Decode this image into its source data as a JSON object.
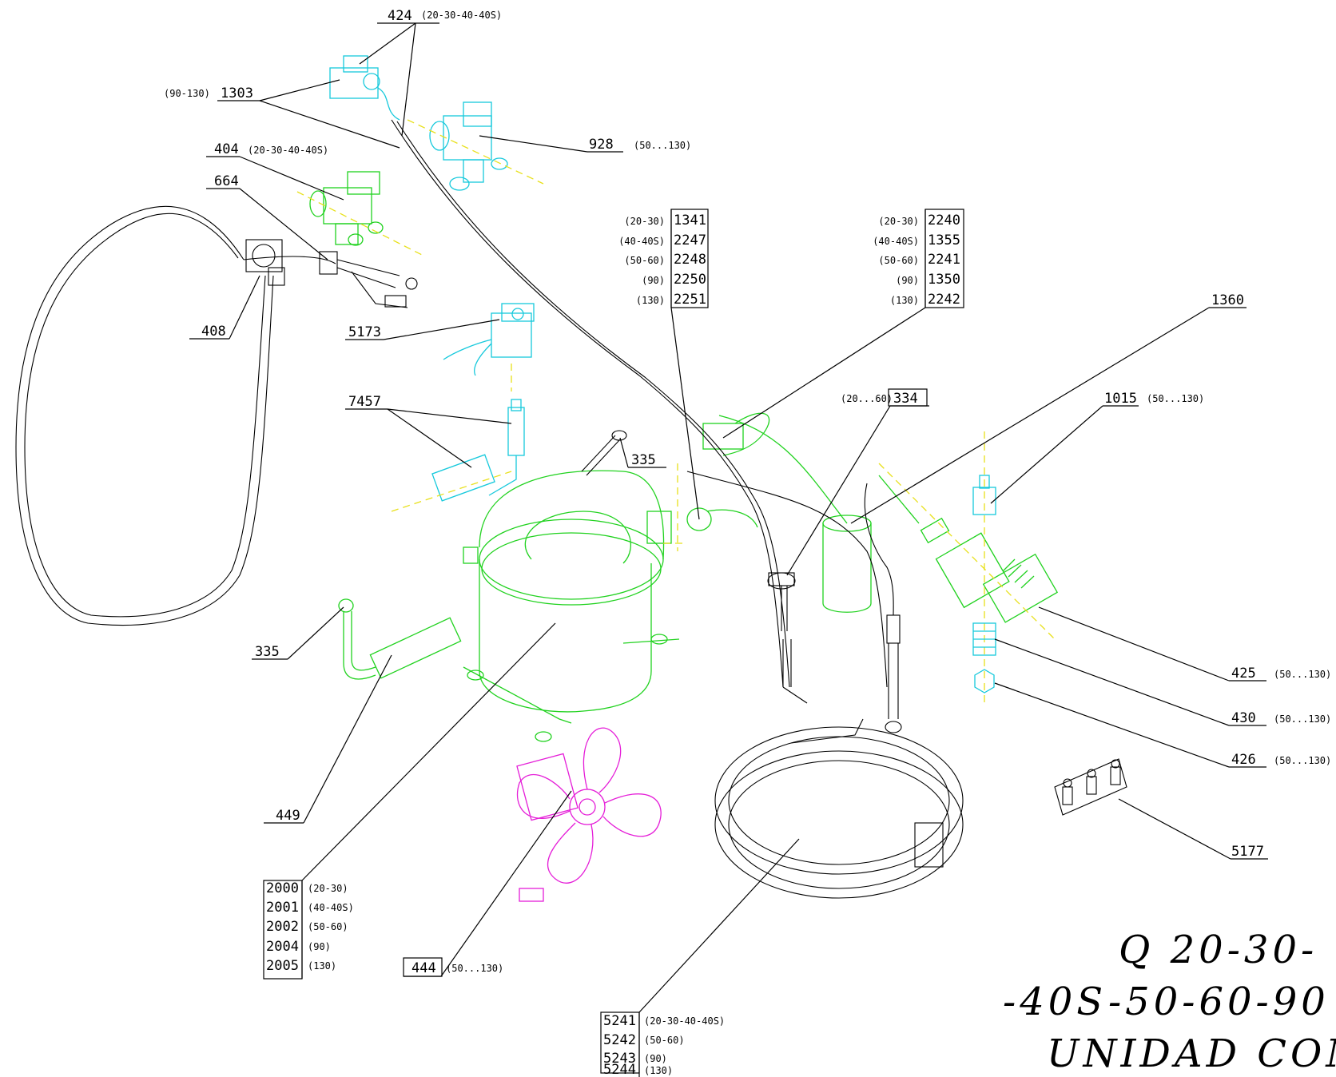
{
  "title": {
    "line1": "Q 20-30-",
    "line2": "-40S-50-60-90",
    "line3": "UNIDAD COND"
  },
  "colors": {
    "compressor": "#21d21f",
    "valves": "#16c9dc",
    "fan": "#e51ed8",
    "lines": "#000000",
    "axis": "#e8e01a"
  },
  "callouts": {
    "c424": {
      "num": "424",
      "par": "(20-30-40-40S)"
    },
    "c1303": {
      "num": "1303",
      "par": "(90-130)"
    },
    "c928": {
      "num": "928",
      "par": "(50...130)"
    },
    "c404": {
      "num": "404",
      "par": "(20-30-40-40S)"
    },
    "c664": {
      "num": "664"
    },
    "c408": {
      "num": "408"
    },
    "c5173": {
      "num": "5173"
    },
    "c7457": {
      "num": "7457"
    },
    "c335a": {
      "num": "335"
    },
    "c335b": {
      "num": "335"
    },
    "c449": {
      "num": "449"
    },
    "c334": {
      "num": "334",
      "par": "(20...60)"
    },
    "c1360": {
      "num": "1360"
    },
    "c1015": {
      "num": "1015",
      "par": "(50...130)"
    },
    "c425": {
      "num": "425",
      "par": "(50...130)"
    },
    "c430": {
      "num": "430",
      "par": "(50...130)"
    },
    "c426": {
      "num": "426",
      "par": "(50...130)"
    },
    "c5177": {
      "num": "5177"
    },
    "c444": {
      "num": "444",
      "par": "(50...130)"
    }
  },
  "groups": {
    "g1341": [
      {
        "num": "1341",
        "par": "(20-30)"
      },
      {
        "num": "2247",
        "par": "(40-40S)"
      },
      {
        "num": "2248",
        "par": "(50-60)"
      },
      {
        "num": "2250",
        "par": "(90)"
      },
      {
        "num": "2251",
        "par": "(130)"
      }
    ],
    "g2240": [
      {
        "num": "2240",
        "par": "(20-30)"
      },
      {
        "num": "1355",
        "par": "(40-40S)"
      },
      {
        "num": "2241",
        "par": "(50-60)"
      },
      {
        "num": "1350",
        "par": "(90)"
      },
      {
        "num": "2242",
        "par": "(130)"
      }
    ],
    "g2000": [
      {
        "num": "2000",
        "par": "(20-30)"
      },
      {
        "num": "2001",
        "par": "(40-40S)"
      },
      {
        "num": "2002",
        "par": "(50-60)"
      },
      {
        "num": "2004",
        "par": "(90)"
      },
      {
        "num": "2005",
        "par": "(130)"
      }
    ],
    "g5241": [
      {
        "num": "5241",
        "par": "(20-30-40-40S)"
      },
      {
        "num": "5242",
        "par": "(50-60)"
      },
      {
        "num": "5243",
        "par": "(90)"
      },
      {
        "num": "5244",
        "par": "(130)"
      }
    ]
  }
}
